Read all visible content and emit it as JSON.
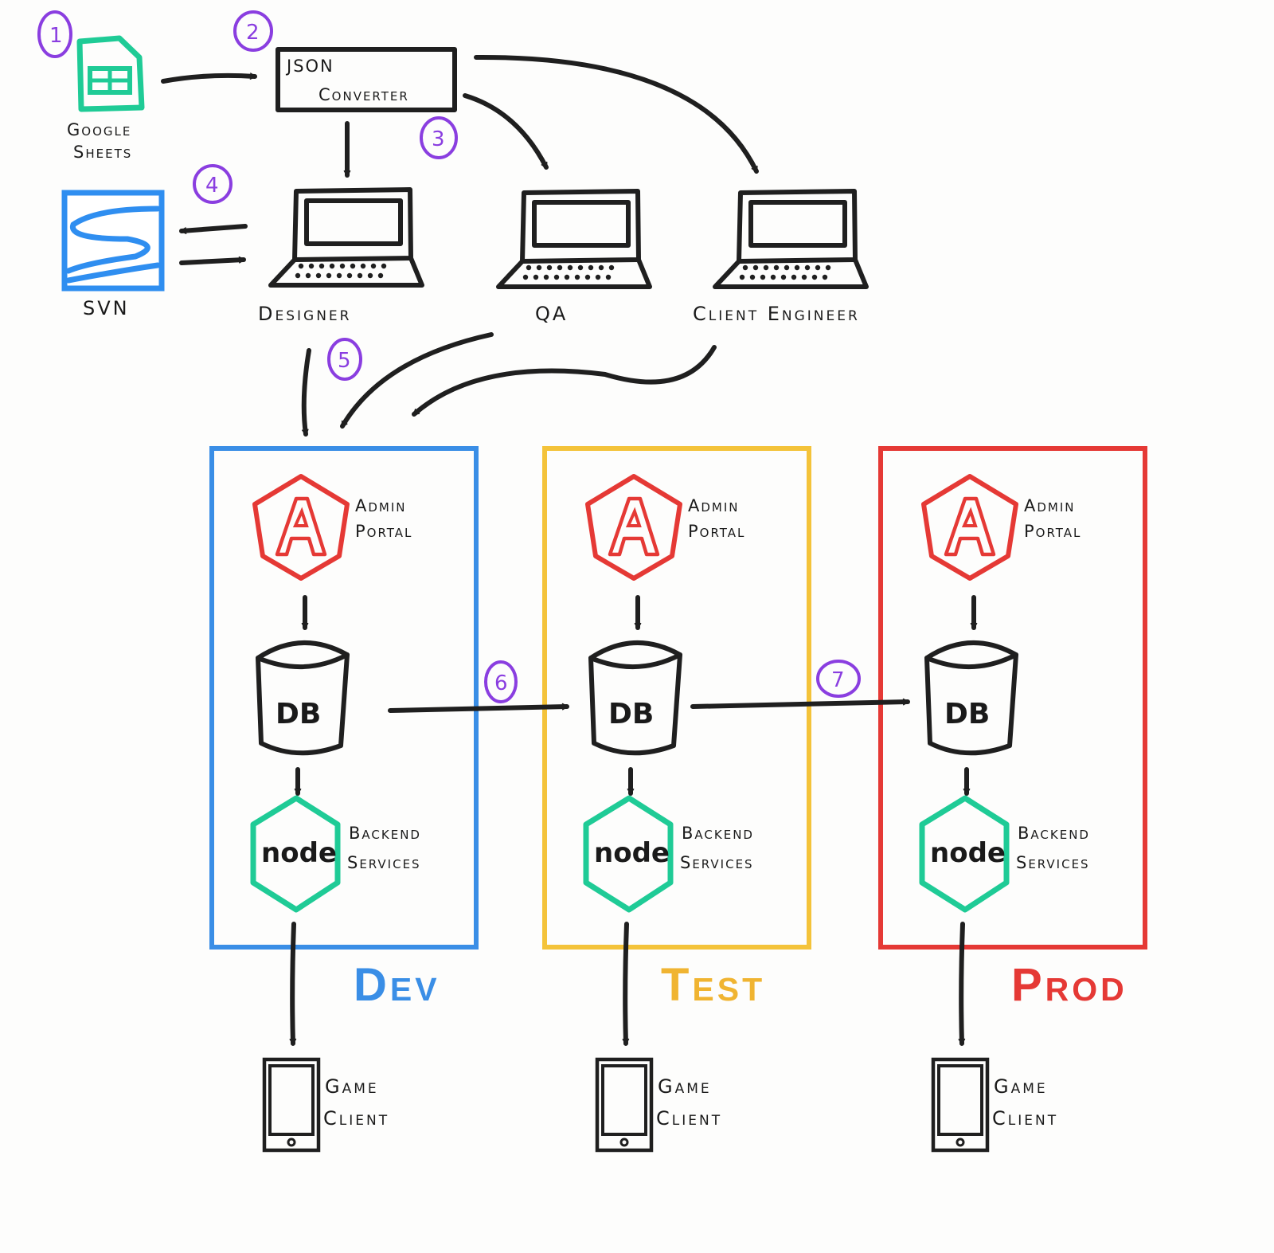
{
  "colors": {
    "ink": "#1f1f1f",
    "step": "#8a3ee0",
    "sheets": "#1fcb96",
    "svn": "#2f8ef0",
    "angular": "#e53935",
    "node": "#1fcb96",
    "dev": "#3a8ee6",
    "test": "#f4c33a",
    "test_label": "#f0b431",
    "prod": "#e53935"
  },
  "sources": {
    "sheets_label": [
      "Google",
      "Sheets"
    ],
    "converter_label": [
      "JSON",
      "Converter"
    ],
    "svn_label": "SVN"
  },
  "roles": [
    {
      "id": "designer",
      "label": "Designer"
    },
    {
      "id": "qa",
      "label": "QA"
    },
    {
      "id": "client-engineer",
      "label": "Client Engineer"
    }
  ],
  "steps": [
    "1",
    "2",
    "3",
    "4",
    "5",
    "6",
    "7"
  ],
  "environments": [
    {
      "id": "dev",
      "name": "Dev",
      "admin_label": [
        "Admin",
        "Portal"
      ],
      "db_label": "DB",
      "node_label": "node",
      "backend_label": [
        "Backend",
        "Services"
      ],
      "client_label": [
        "Game",
        "Client"
      ]
    },
    {
      "id": "test",
      "name": "Test",
      "admin_label": [
        "Admin",
        "Portal"
      ],
      "db_label": "DB",
      "node_label": "node",
      "backend_label": [
        "Backend",
        "Services"
      ],
      "client_label": [
        "Game",
        "Client"
      ]
    },
    {
      "id": "prod",
      "name": "Prod",
      "admin_label": [
        "Admin",
        "Portal"
      ],
      "db_label": "DB",
      "node_label": "node",
      "backend_label": [
        "Backend",
        "Services"
      ],
      "client_label": [
        "Game",
        "Client"
      ]
    }
  ]
}
